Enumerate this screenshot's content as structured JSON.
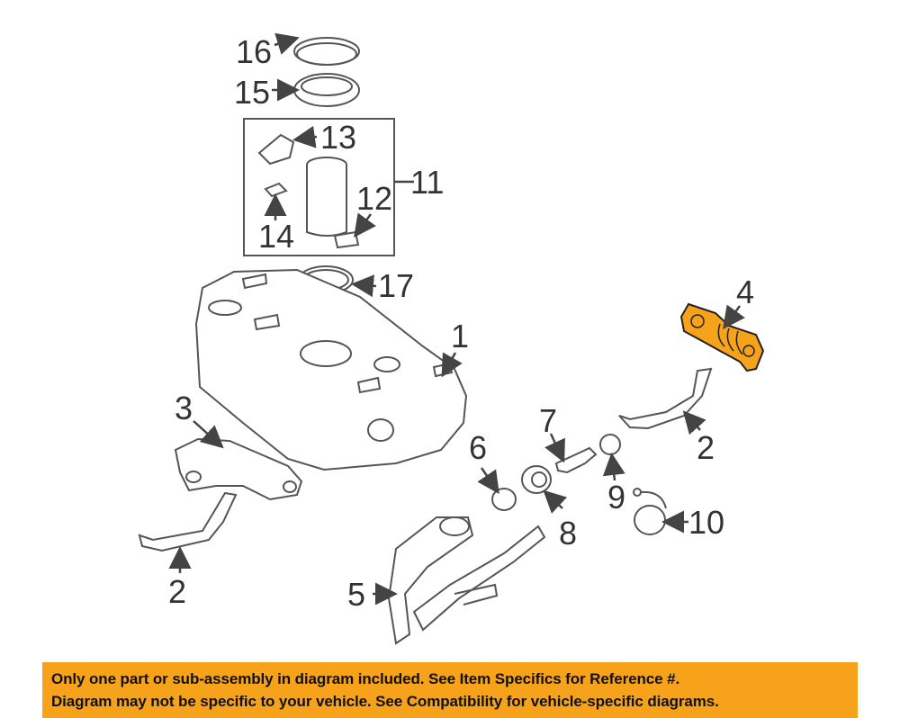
{
  "diagram": {
    "callouts": {
      "c16": "16",
      "c15": "15",
      "c13": "13",
      "c11": "11",
      "c12": "12",
      "c14": "14",
      "c17": "17",
      "c4": "4",
      "c1": "1",
      "c3": "3",
      "c7": "7",
      "c6": "6",
      "c2a": "2",
      "c9": "9",
      "c10": "10",
      "c8": "8",
      "c2b": "2",
      "c5": "5"
    },
    "highlight_color": "#f7a21b"
  },
  "notice": {
    "line1": "Only one part or sub-assembly in diagram included. See Item Specifics for Reference #.",
    "line2": "Diagram may not be specific to your vehicle. See Compatibility for vehicle-specific diagrams."
  }
}
